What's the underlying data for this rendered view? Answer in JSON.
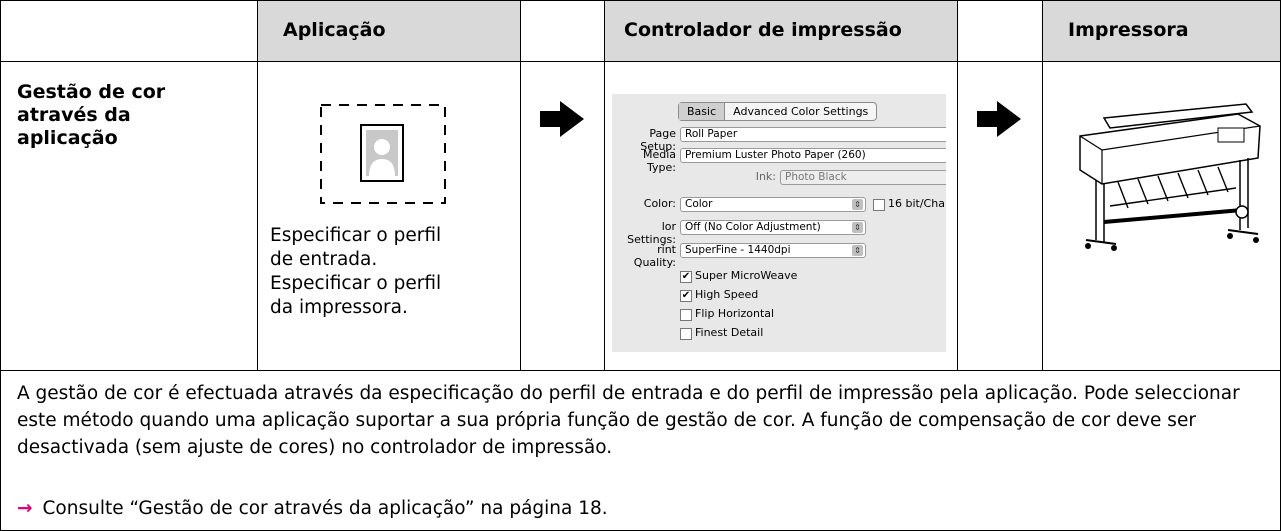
{
  "header": {
    "col_application": "Aplicação",
    "col_driver": "Controlador de impressão",
    "col_printer": "Impressora"
  },
  "row": {
    "label": "Gestão de cor através da aplicação",
    "spec_lines": [
      "Especificar o perfil",
      "de entrada.",
      "Especificar o perfil",
      "da impressora."
    ]
  },
  "dialog": {
    "tabs": [
      "Basic",
      "Advanced Color Settings"
    ],
    "page_setup_label": "Page Setup:",
    "page_setup_value": "Roll Paper",
    "media_type_label": "Media Type:",
    "media_type_value": "Premium Luster Photo Paper (260)",
    "ink_label": "Ink:",
    "ink_value": "Photo Black",
    "color_label": "Color:",
    "color_value": "Color",
    "bit_option": "16 bit/Cha",
    "color_settings_label": "lor Settings:",
    "color_settings_value": "Off (No Color Adjustment)",
    "print_quality_label": "rint Quality:",
    "print_quality_value": "SuperFine - 1440dpi",
    "checkboxes": [
      {
        "label": "Super MicroWeave",
        "checked": true
      },
      {
        "label": "High Speed",
        "checked": true
      },
      {
        "label": "Flip Horizontal",
        "checked": false
      },
      {
        "label": "Finest Detail",
        "checked": false
      }
    ]
  },
  "description": "A gestão de cor é efectuada através da especificação do perfil de entrada e do perfil de impressão pela aplicação. Pode seleccionar este método quando uma aplicação suportar a sua própria função de gestão de cor. A função de compensação de cor deve ser desactivada (sem ajuste de cores) no controlador de impressão.",
  "reference": {
    "arrow": "→",
    "text": "Consulte “Gestão de cor através da aplicação” na página 18."
  },
  "colors": {
    "header_bg": "#d9d9d9",
    "link_arrow": "#e6007e"
  }
}
